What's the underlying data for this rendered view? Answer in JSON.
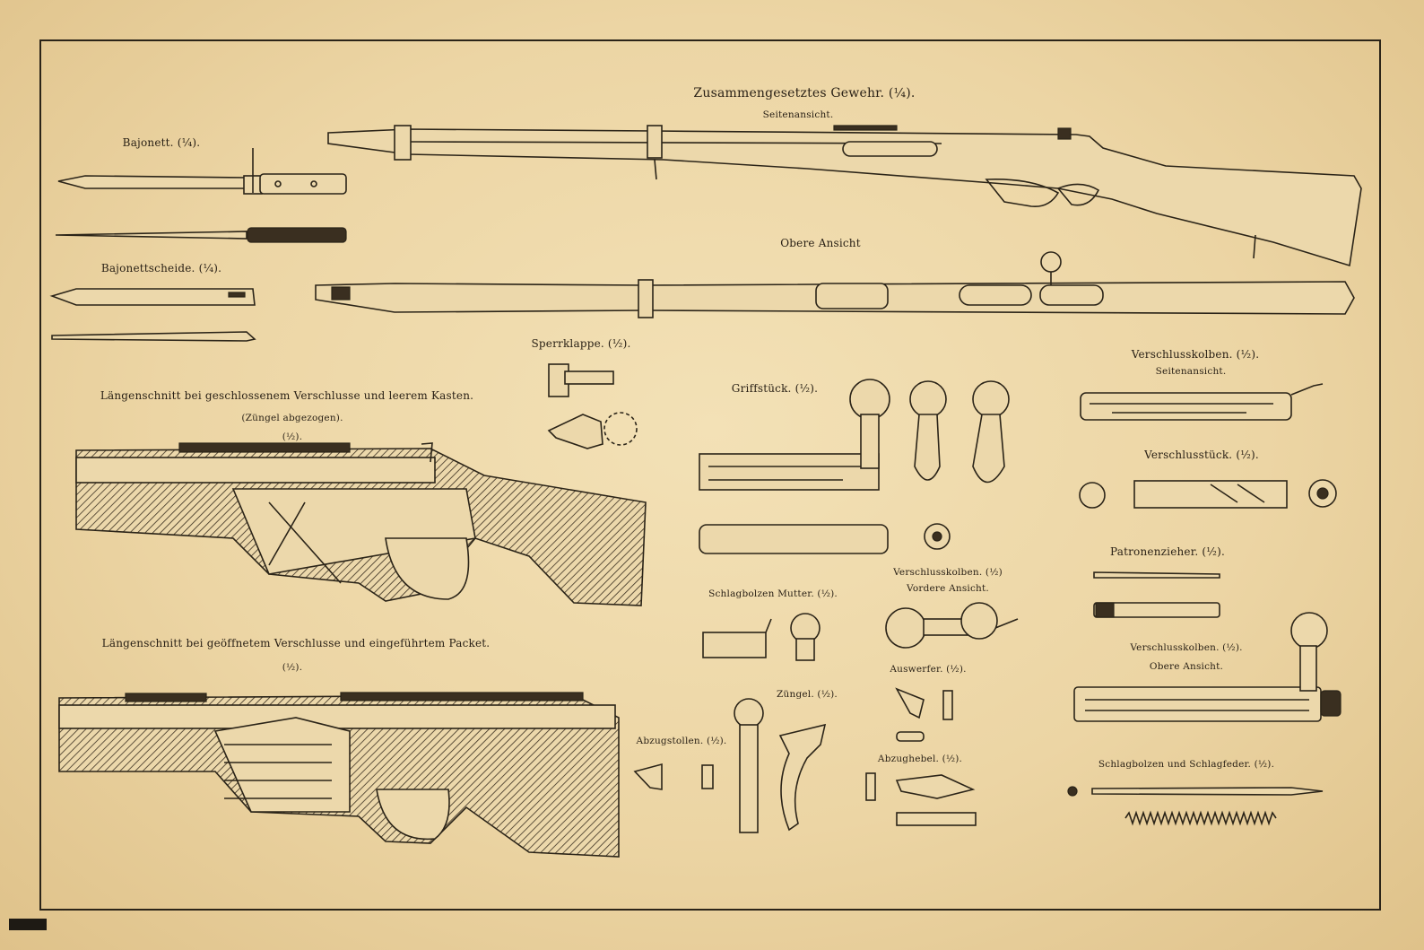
{
  "labels": {
    "title": "Zusammengesetztes Gewehr. (¼).",
    "title_sub": "Seitenansicht.",
    "obere_ansicht": "Obere Ansicht",
    "bajonett": "Bajonett. (¼).",
    "bajonettscheide": "Bajonettscheide. (¼).",
    "sperrklappe": "Sperrklappe. (½).",
    "griffstueck": "Griffstück. (½).",
    "verschlusskolben_side": "Verschlusskolben. (½).",
    "verschlusskolben_side_sub": "Seitenansicht.",
    "verschlussstueck": "Verschlusstück. (½).",
    "patronenzieher": "Patronenzieher. (½).",
    "laengsschnitt_1": "Längenschnitt bei geschlossenem Verschlusse und leerem Kasten.",
    "laengsschnitt_1_sub": "(Züngel abgezogen).",
    "laengsschnitt_1_scale": "(½).",
    "laengsschnitt_2": "Längenschnitt bei geöffnetem Verschlusse und eingeführtem Packet.",
    "laengsschnitt_2_scale": "(½).",
    "schlagbolzen_mutter": "Schlagbolzen Mutter. (½).",
    "verschlusskolben_front": "Verschlusskolben. (½)",
    "verschlusskolben_front_sub": "Vordere Ansicht.",
    "auswerfer": "Auswerfer. (½).",
    "zuengel": "Züngel. (½).",
    "abzugstollen": "Abzugstollen. (½).",
    "abzughebel": "Abzughebel. (½).",
    "verschlusskolben_top": "Verschlusskolben. (½).",
    "verschlusskolben_top_sub": "Obere Ansicht.",
    "schlagbolzen": "Schlagbolzen und Schlagfeder. (½)."
  },
  "colors": {
    "paper": "#ecd8ab",
    "ink": "#2b2418"
  }
}
